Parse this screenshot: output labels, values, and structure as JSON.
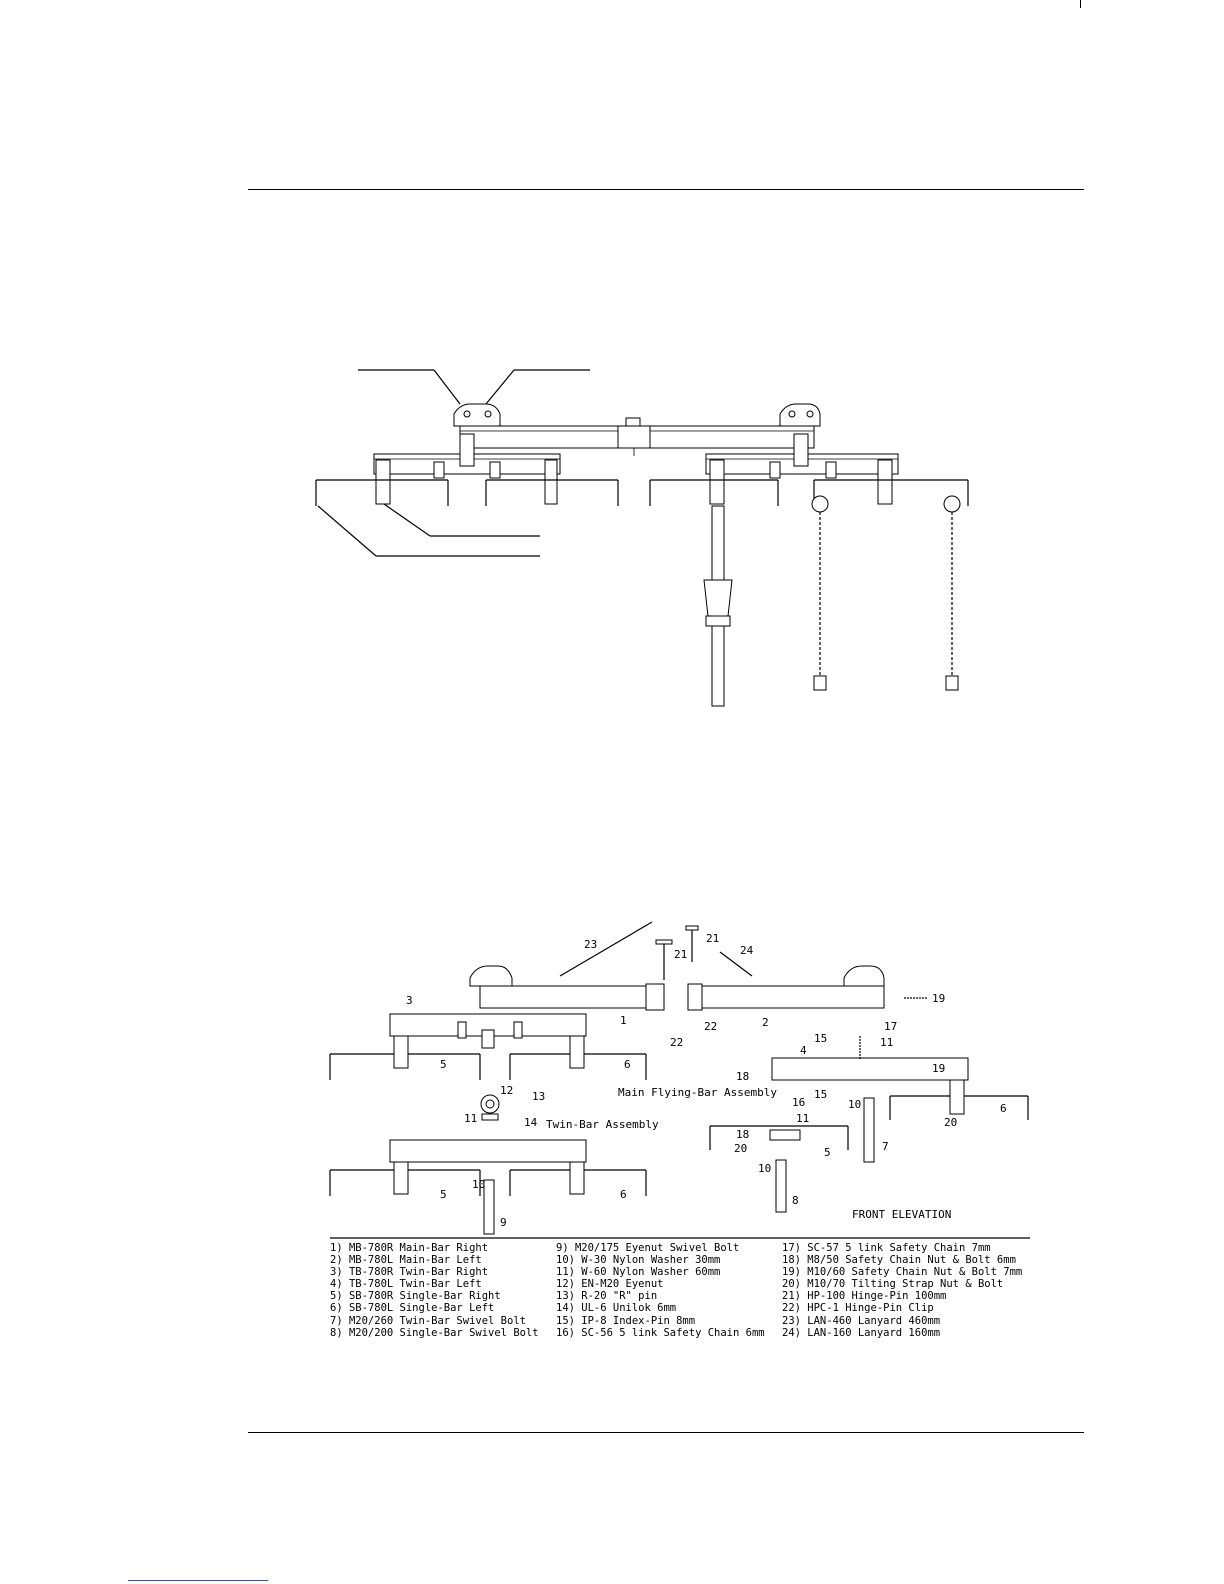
{
  "diagram": {
    "labels": {
      "main_flying_bar": "Main Flying-Bar Assembly",
      "twin_bar": "Twin-Bar Assembly",
      "front_elevation": "FRONT ELEVATION"
    },
    "callouts": [
      "1",
      "2",
      "3",
      "4",
      "5",
      "6",
      "7",
      "8",
      "9",
      "10",
      "11",
      "12",
      "13",
      "14",
      "15",
      "16",
      "17",
      "18",
      "19",
      "20",
      "21",
      "22",
      "23",
      "24"
    ]
  },
  "parts_list": [
    [
      "1) MB-780R Main-Bar Right",
      "2) MB-780L Main-Bar Left",
      "3) TB-780R Twin-Bar Right",
      "4) TB-780L Twin-Bar Left",
      "5) SB-780R Single-Bar Right",
      "6) SB-780L Single-Bar Left",
      "7) M20/260 Twin-Bar Swivel Bolt",
      "8) M20/200 Single-Bar Swivel Bolt"
    ],
    [
      "9) M20/175 Eyenut Swivel Bolt",
      "10) W-30 Nylon Washer 30mm",
      "11) W-60 Nylon Washer 60mm",
      "12) EN-M20 Eyenut",
      "13) R-20 \"R\" pin",
      "14) UL-6 Unilok 6mm",
      "15) IP-8 Index-Pin 8mm",
      "16) SC-56 5 link Safety Chain 6mm"
    ],
    [
      "17) SC-57 5 link Safety Chain 7mm",
      "18) M8/50 Safety Chain Nut & Bolt 6mm",
      "19) M10/60 Safety Chain Nut & Bolt 7mm",
      "20) M10/70 Tilting Strap Nut & Bolt",
      "21) HP-100 Hinge-Pin 100mm",
      "22) HPC-1 Hinge-Pin Clip",
      "23) LAN-460 Lanyard 460mm",
      "24) LAN-160 Lanyard 160mm"
    ]
  ]
}
